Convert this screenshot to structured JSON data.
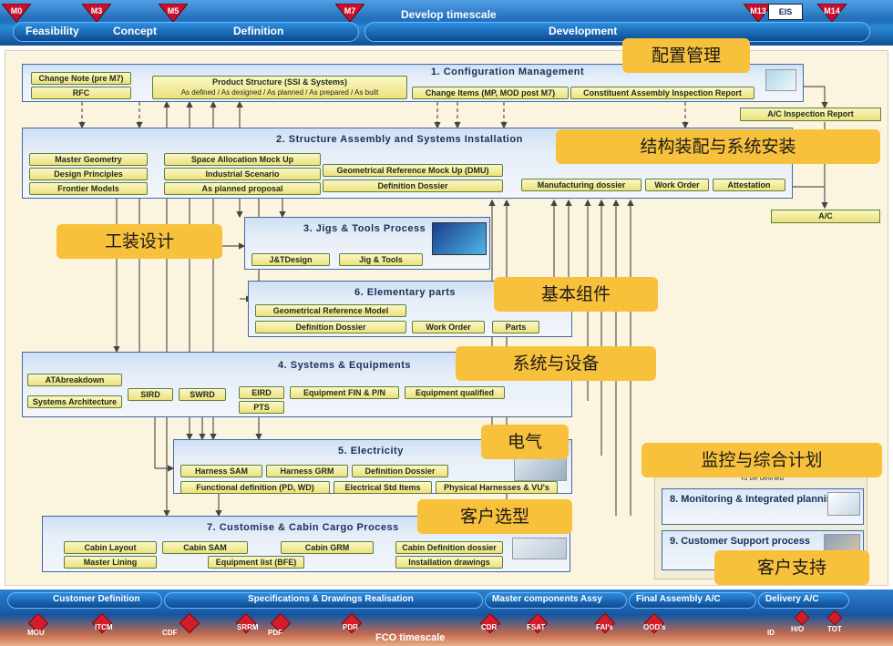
{
  "top": {
    "title": "Develop timescale",
    "milestones": [
      "M0",
      "M3",
      "M5",
      "M7",
      "M13",
      "M14"
    ],
    "eis": "EIS",
    "phases": [
      "Feasibility",
      "Concept",
      "Definition",
      "Development"
    ]
  },
  "p1": {
    "title": "1. Configuration Management",
    "change_note": "Change Note (pre M7)",
    "rfc": "RFC",
    "product_structure": "Product Structure (SSI & Systems)",
    "product_structure_sub": "As defined / As designed / As planned / As prepared / As built",
    "change_items": "Change Items (MP, MOD post M7)",
    "constituent": "Constituent Assembly Inspection Report",
    "cn": "配置管理"
  },
  "ac_inspection": "A/C Inspection Report",
  "ac": "A/C",
  "p2": {
    "title": "2. Structure Assembly and Systems Installation",
    "master_geometry": "Master Geometry",
    "design_principles": "Design Principles",
    "frontier_models": "Frontier Models",
    "space_allocation": "Space Allocation Mock Up",
    "industrial_scenario": "Industrial Scenario",
    "as_planned": "As planned proposal",
    "dmu": "Geometrical Reference Mock Up (DMU)",
    "definition_dossier": "Definition Dossier",
    "manufacturing_dossier": "Manufacturing dossier",
    "work_order": "Work Order",
    "attestation": "Attestation",
    "cn": "结构装配与系统安装"
  },
  "p3": {
    "title": "3. Jigs & Tools Process",
    "jt_design": "J&TDesign",
    "jig_tools": "Jig & Tools",
    "cn": "工装设计"
  },
  "p6": {
    "title": "6. Elementary parts",
    "geo_ref_model": "Geometrical Reference Model",
    "definition_dossier": "Definition Dossier",
    "work_order": "Work Order",
    "parts": "Parts",
    "cn": "基本组件"
  },
  "p4": {
    "title": "4. Systems & Equipments",
    "ata": "ATAbreakdown",
    "sys_arch": "Systems Architecture",
    "sird": "SIRD",
    "swrd": "SWRD",
    "eird": "EIRD",
    "equip_fin": "Equipment FIN & P/N",
    "equip_qual": "Equipment qualified",
    "pts": "PTS",
    "cn": "系统与设备"
  },
  "p5": {
    "title": "5. Electricity",
    "harness_sam": "Harness SAM",
    "harness_grm": "Harness GRM",
    "definition_dossier": "Definition Dossier",
    "functional_def": "Functional definition (PD, WD)",
    "electrical_std": "Electrical Std Items",
    "physical_harnesses": "Physical Harnesses & VU's",
    "cn": "电气"
  },
  "p7": {
    "title": "7. Customise & Cabin Cargo Process",
    "cabin_layout": "Cabin Layout",
    "master_lining": "Master Lining",
    "cabin_sam": "Cabin SAM",
    "cabin_grm": "Cabin GRM",
    "equip_list": "Equipment list (BFE)",
    "cabin_def": "Cabin Definition dossier",
    "installation": "Installation drawings",
    "cn": "客户选型"
  },
  "right": {
    "cn_monitor": "监控与综合计划",
    "to_be_defined": "To be defined",
    "p8": "8. Monitoring & Integrated planning",
    "p9": "9. Customer Support process",
    "cn_support": "客户支持"
  },
  "bottom": {
    "phases": [
      "Customer Definition",
      "Specifications & Drawings Realisation",
      "Master components Assy",
      "Final Assembly A/C",
      "Delivery A/C"
    ],
    "milestones": [
      "MOU",
      "ITCM",
      "CDF",
      "SRRM",
      "PDF",
      "PDR",
      "CDR",
      "FSAT",
      "FAI's",
      "OOD's",
      "ID",
      "H/O",
      "TOT"
    ],
    "title": "FCO timescale"
  }
}
